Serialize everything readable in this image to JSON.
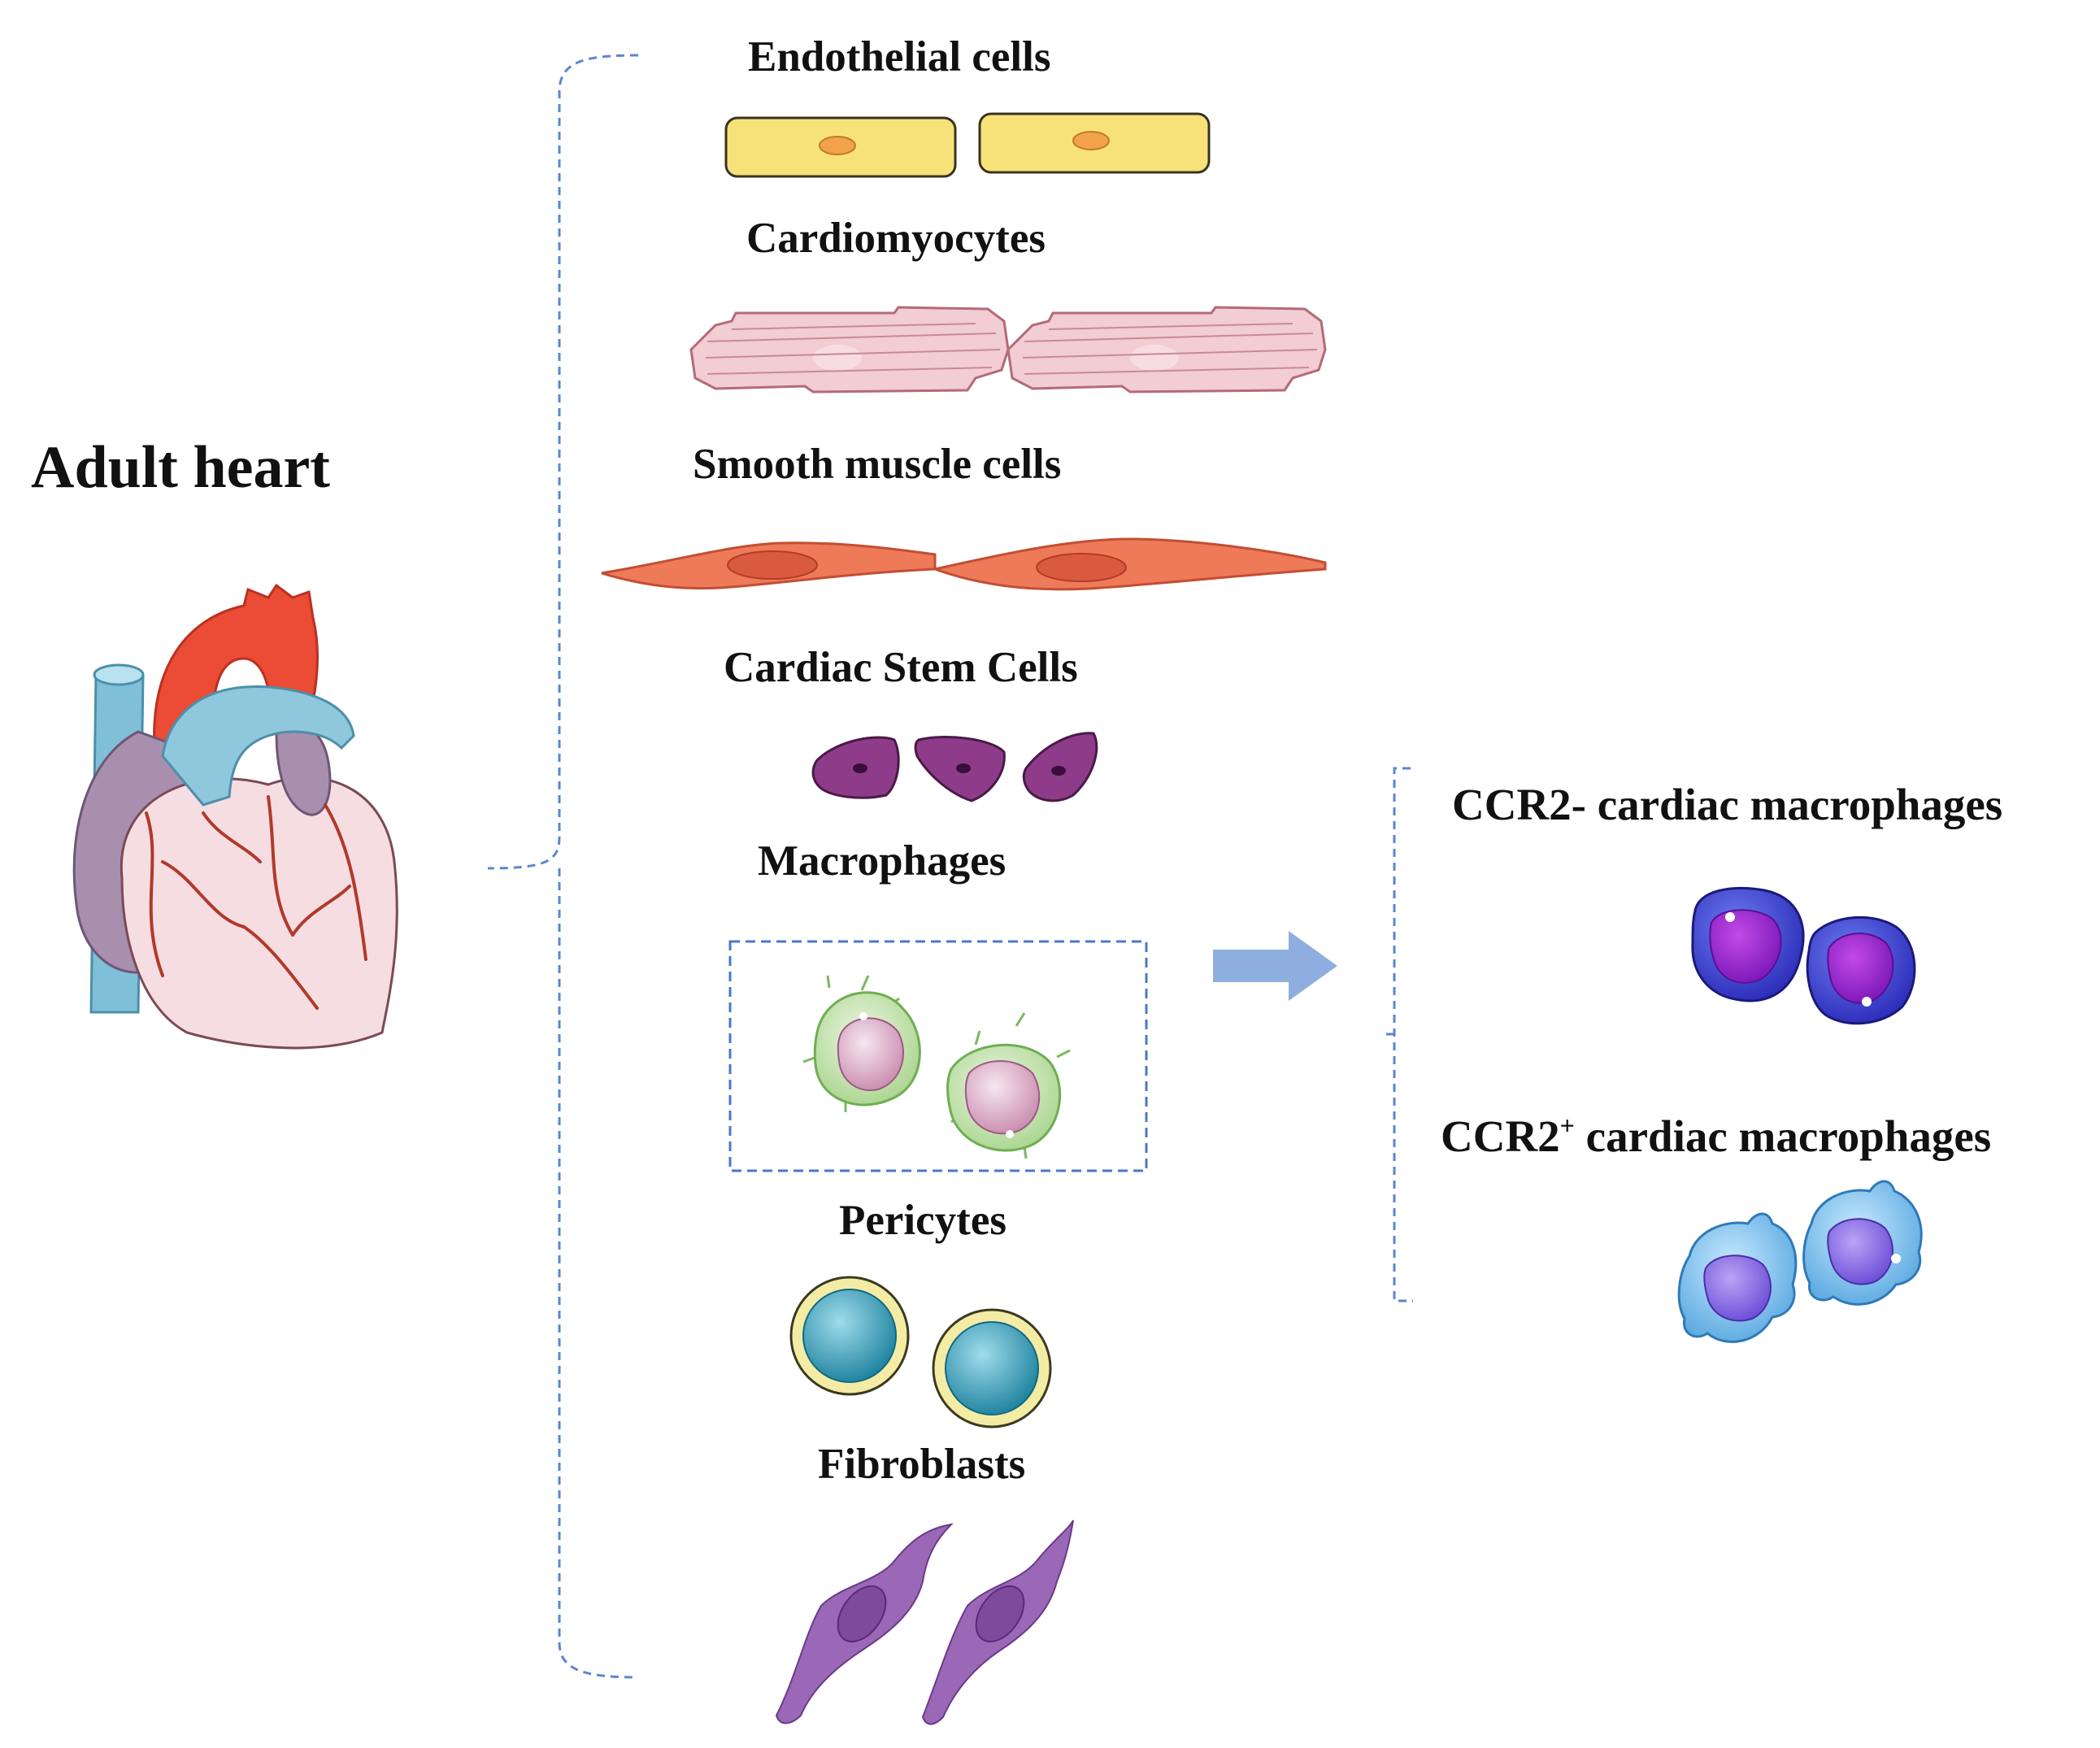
{
  "title": "Adult heart",
  "cell_types": [
    "Endothelial cells",
    "Cardiomyocytes",
    "Smooth muscle cells",
    "Cardiac Stem Cells",
    "Macrophages",
    "Pericytes",
    "Fibroblasts"
  ],
  "macrophage_subtypes": {
    "negative": "CCR2- cardiac macrophages",
    "positive_prefix": "CCR2",
    "positive_sup": "+",
    "positive_suffix": " cardiac macrophages"
  },
  "colors": {
    "bracket": "#5b86d0",
    "arrow": "#8faee0",
    "endothelial": "#f7e27a",
    "cardiomyocyte": "#f2c9d0",
    "smooth_muscle": "#ee7a5a",
    "stem_cell": "#8e3c8a",
    "macrophage_membrane": "#b6dc9c",
    "pericyte_ring": "#f4eba4",
    "pericyte_core": "#1e8ea8",
    "fibroblast": "#9a68b6",
    "ccr2_neg": "#4c3fd2",
    "ccr2_pos": "#6cb8e8"
  },
  "icons": [
    "heart-icon",
    "endothelial-cell-icon",
    "cardiomyocyte-icon",
    "smooth-muscle-cell-icon",
    "stem-cell-icon",
    "macrophage-icon",
    "pericyte-icon",
    "fibroblast-icon",
    "ccr2-negative-macrophage-icon",
    "ccr2-positive-macrophage-icon",
    "arrow-icon"
  ]
}
